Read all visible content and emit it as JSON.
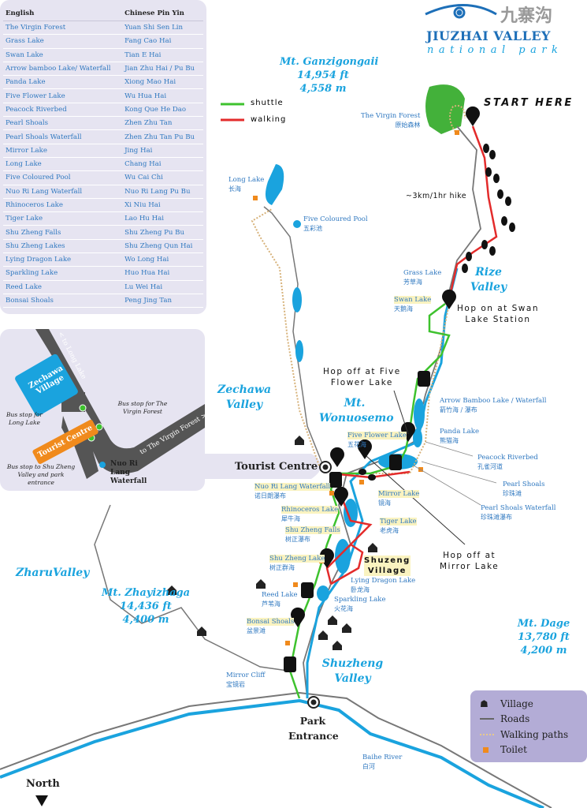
{
  "logo": {
    "title": "JIUZHAI VALLEY",
    "subtitle": "national park",
    "chinese": "九寨沟"
  },
  "name_table": {
    "headers": [
      "English",
      "Chinese Pin Yin"
    ],
    "rows": [
      [
        "The Virgin Forest",
        "Yuan Shi Sen Lin"
      ],
      [
        "Grass Lake",
        "Fang Cao Hai"
      ],
      [
        "Swan Lake",
        "Tian E Hai"
      ],
      [
        "Arrow bamboo Lake/ Waterfall",
        "Jian Zhu Hai / Pu Bu"
      ],
      [
        "Panda Lake",
        "Xiong Mao Hai"
      ],
      [
        "Five Flower Lake",
        "Wu Hua Hai"
      ],
      [
        "Peacock Riverbed",
        "Kong Que He Dao"
      ],
      [
        "Pearl Shoals",
        "Zhen Zhu Tan"
      ],
      [
        "Pearl Shoals Waterfall",
        "Zhen Zhu Tan Pu Bu"
      ],
      [
        "Mirror Lake",
        "Jing Hai"
      ],
      [
        "Long Lake",
        "Chang Hai"
      ],
      [
        "Five Coloured Pool",
        "Wu Cai Chi"
      ],
      [
        "Nuo Ri Lang Waterfall",
        "Nuo Ri Lang Pu Bu"
      ],
      [
        "Rhinoceros Lake",
        "Xi Niu Hai"
      ],
      [
        "Tiger Lake",
        "Lao Hu Hai"
      ],
      [
        "Shu Zheng Falls",
        "Shu Zheng Pu Bu"
      ],
      [
        "Shu Zheng Lakes",
        "Shu Zheng Qun Hai"
      ],
      [
        "Lying Dragon Lake",
        "Wo Long Hai"
      ],
      [
        "Sparkling Lake",
        "Huo Hua Hai"
      ],
      [
        "Reed Lake",
        "Lu Wei Hai"
      ],
      [
        "Bonsai Shoals",
        "Peng Jing Tan"
      ]
    ]
  },
  "inset": {
    "to_long_lake": "< to Long Lake",
    "to_virgin_forest": "to The Virgin Forest >",
    "zechawa_village": "Zechawa Village",
    "tourist_centre": "Tourist Centre",
    "bus_long_lake": "Bus stop for Long Lake",
    "bus_virgin_forest": "Bus stop for The Virgin Forest",
    "bus_shu_zheng": "Bus stop to Shu Zheng Valley and park entrance",
    "nuo_ri_lang": "Nuo Ri Lang Waterfall"
  },
  "route_legend": {
    "shuttle": "shuttle",
    "walking": "walking",
    "shuttle_color": "#3ec22e",
    "walking_color": "#e32b2b"
  },
  "mountains": {
    "ganzigongaii": [
      "Mt. Ganzigongaii",
      "14,954 ft",
      "4,558 m"
    ],
    "zhayizhaga": [
      "Mt. Zhayizhaga",
      "14,436 ft",
      "4,400 m"
    ],
    "dage": [
      "Mt. Dage",
      "13,780 ft",
      "4,200 m"
    ],
    "wonuosemo": [
      "Mt.",
      "Wonuosemo"
    ]
  },
  "valleys": {
    "rize": [
      "Rize",
      "Valley"
    ],
    "zechawa": [
      "Zechawa",
      "Valley"
    ],
    "zharu": "ZharuValley",
    "shuzheng": [
      "Shuzheng",
      "Valley"
    ]
  },
  "callouts": {
    "start": "START HERE",
    "hike": "~3km/1hr hike",
    "hop_on_swan": [
      "Hop on at Swan",
      "Lake Station"
    ],
    "hop_off_five_flower": [
      "Hop off at Five",
      "Flower Lake"
    ],
    "hop_off_mirror": [
      "Hop off at",
      "Mirror Lake"
    ]
  },
  "places": {
    "virgin_forest": [
      "The Virgin Forest",
      "原始森林"
    ],
    "long_lake": [
      "Long Lake",
      "长海"
    ],
    "five_coloured_pool": [
      "Five Coloured Pool",
      "五彩池"
    ],
    "grass_lake": [
      "Grass Lake",
      "芳草海"
    ],
    "swan_lake": [
      "Swan Lake",
      "天鹅海"
    ],
    "arrow_bamboo": [
      "Arrow Bamboo Lake / Waterfall",
      "箭竹海 / 瀑布"
    ],
    "panda_lake": [
      "Panda Lake",
      "熊猫海"
    ],
    "five_flower": [
      "Five Flower Lake",
      "五花海"
    ],
    "peacock": [
      "Peacock Riverbed",
      "孔雀河道"
    ],
    "pearl_shoals": [
      "Pearl Shoals",
      "珍珠滩"
    ],
    "pearl_waterfall": [
      "Pearl Shoals Waterfall",
      "珍珠滩瀑布"
    ],
    "nuo_ri_lang": [
      "Nuo Ri Lang Waterfall",
      "诺日朗瀑布"
    ],
    "mirror_lake": [
      "Mirror Lake",
      "镜海"
    ],
    "rhinoceros": [
      "Rhinoceros Lake",
      "犀牛海"
    ],
    "tiger": [
      "Tiger Lake",
      "老虎海"
    ],
    "shu_zheng_falls": [
      "Shu Zheng Falls",
      "树正瀑布"
    ],
    "shu_zheng_lake": [
      "Shu Zheng Lake",
      "树正群海"
    ],
    "lying_dragon": [
      "Lying Dragon Lake",
      "卧龙海"
    ],
    "reed": [
      "Reed Lake",
      "芦苇海"
    ],
    "sparkling": [
      "Sparkling Lake",
      "火花海"
    ],
    "bonsai": [
      "Bonsai Shoals",
      "盆景滩"
    ],
    "mirror_cliff": [
      "Mirror Cliff",
      "宝镜岩"
    ],
    "baihe": [
      "Baihe River",
      "白河"
    ]
  },
  "tourist_centre": "Tourist Centre",
  "shuzeng_village": [
    "Shuzeng",
    "Village"
  ],
  "park_entrance": [
    "Park",
    "Entrance"
  ],
  "map_legend": [
    "Village",
    "Roads",
    "Walking paths",
    "Toilet"
  ],
  "north": "North"
}
